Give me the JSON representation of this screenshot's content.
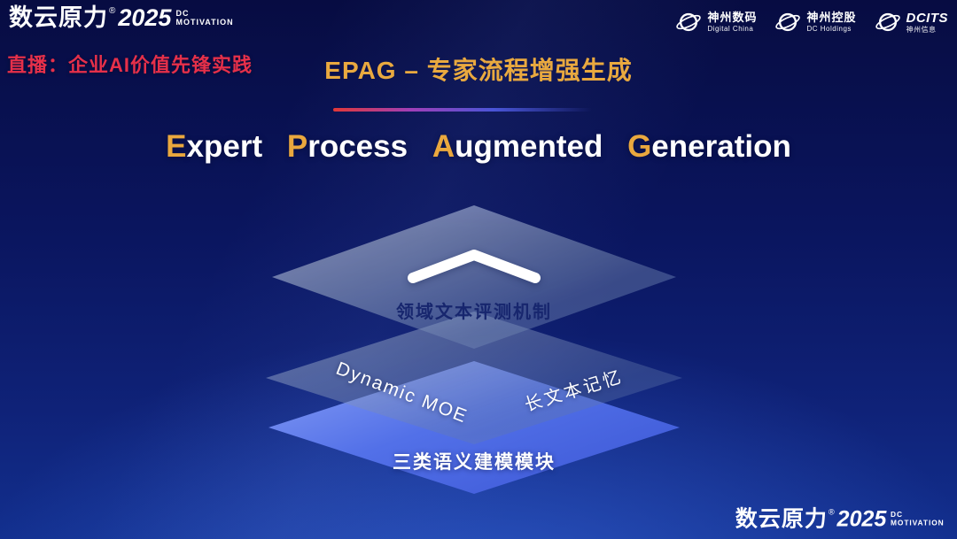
{
  "colors": {
    "background_top": "#070c42",
    "background_bottom": "#122f8e",
    "accent_gold": "#e9a93f",
    "live_red": "#e6304a",
    "layer_blue": "#5270e8"
  },
  "brand": {
    "name": "数云原力",
    "reg": "®",
    "year": "2025",
    "dc_line1": "DC",
    "dc_line2": "MOTIVATION"
  },
  "header": {
    "live_label": "直播：企业AI价值先锋实践",
    "title": "EPAG – 专家流程增强生成"
  },
  "headline": {
    "words": [
      {
        "initial": "E",
        "rest": "xpert"
      },
      {
        "initial": "P",
        "rest": "rocess"
      },
      {
        "initial": "A",
        "rest": "ugmented"
      },
      {
        "initial": "G",
        "rest": "eneration"
      }
    ]
  },
  "partner_logos": [
    {
      "name": "神州数码",
      "sub": "Digital China"
    },
    {
      "name": "神州控股",
      "sub": "DC Holdings"
    },
    {
      "name": "DCITS",
      "sub": "神州信息"
    }
  ],
  "diagram": {
    "top_layer_label": "领域文本评测机制",
    "middle_layer_left_label": "Dynamic MOE",
    "middle_layer_right_label": "长文本记忆",
    "bottom_layer_label": "三类语义建模模块"
  }
}
